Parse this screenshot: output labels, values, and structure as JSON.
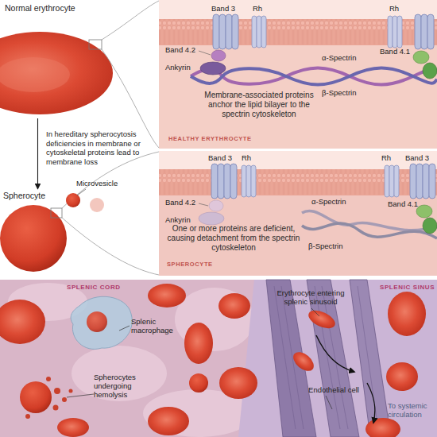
{
  "diagram": {
    "nodes": [
      {
        "text": [
          "Normal erythrocyte"
        ]
      },
      {
        "text": [
          "Spherocyte"
        ]
      },
      {
        "text": [
          "Membrane-associated proteins anchor the lipid bilayer to the spectrin cytoskeleton",
          "HEALTHY ERYTHROCYTE"
        ]
      },
      {
        "text": [
          "One or more proteins are deficient, causing detachment from the spectrin cytoskeleton",
          "SPHEROCYTE"
        ]
      }
    ],
    "edges": [
      {
        "from": 0,
        "to": 1,
        "arrow": "to",
        "label": "In hereditary spherocytosis deficiencies in membrane or cytoskeletal proteins lead to membrane loss"
      }
    ],
    "labels": [
      "Band 3",
      "Rh",
      "Rh",
      "Band 4.2",
      "Ankyrin",
      "α-Spectrin",
      "Band 4.1",
      "β-Spectrin",
      "Microvesicle",
      "Band 3",
      "Rh",
      "Rh",
      "Band 3",
      "Band 4.2",
      "Ankyrin",
      "α-Spectrin",
      "β-Spectrin",
      "Band 4.1",
      "SPLENIC CORD",
      "SPLENIC SINUS",
      "Splenic macrophage",
      "Erythrocyte entering splenic sinusoid",
      "Spherocytes undergoing hemolysis",
      "Endothelial cell",
      "To systemic circulation"
    ]
  }
}
